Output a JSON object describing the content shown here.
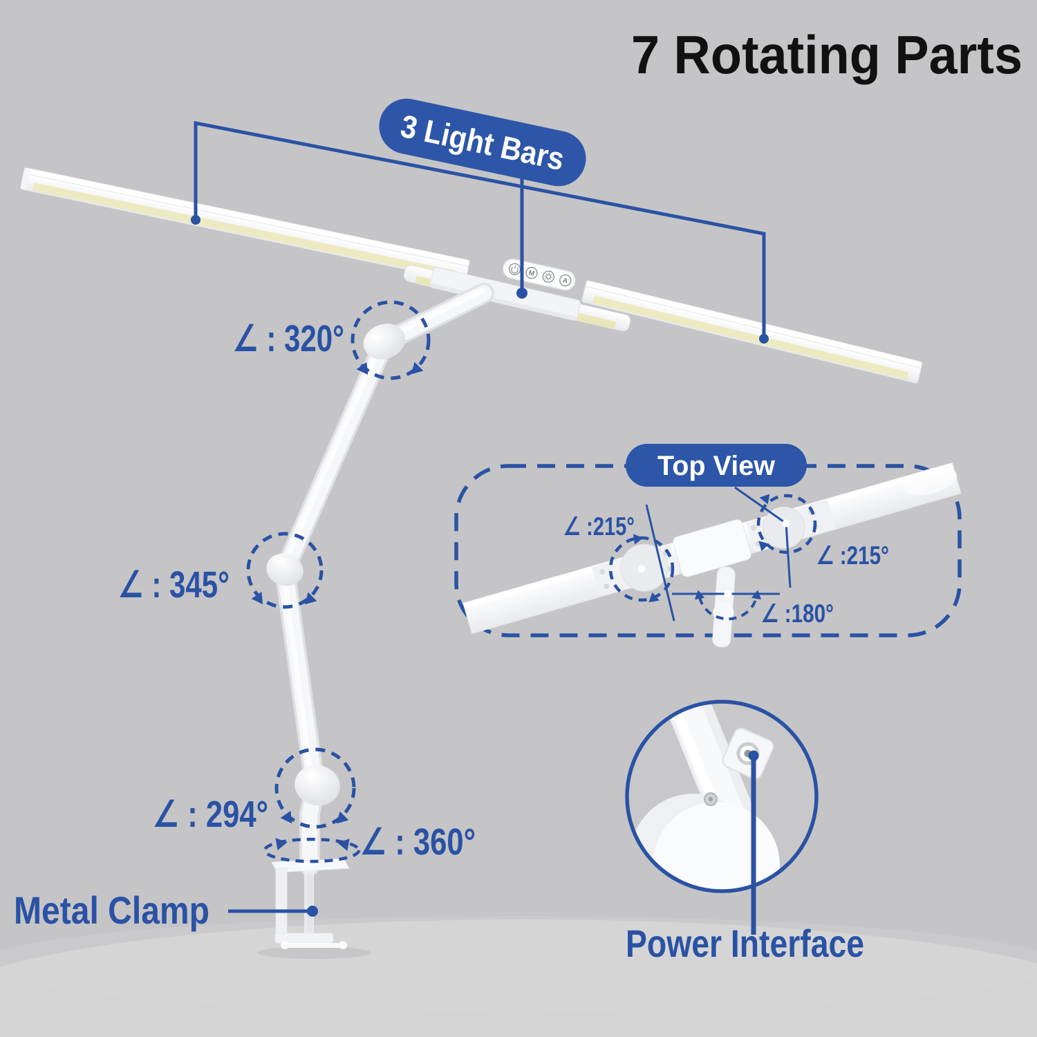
{
  "title": "7 Rotating Parts",
  "callouts": {
    "light_bars": "3 Light Bars",
    "top_view": "Top View",
    "metal_clamp": "Metal Clamp",
    "power_interface": "Power Interface"
  },
  "joint_angles": {
    "upper_joint": "∠ : 320°",
    "middle_joint": "∠ : 345°",
    "lower_joint": "∠ : 294°",
    "base_swivel": "∠ : 360°"
  },
  "top_view_angles": {
    "left_bar": "∠ :215°",
    "right_bar": "∠ :215°",
    "center_arm": "∠ :180°"
  },
  "control_panel": {
    "mode_label": "M",
    "auto_label": "A"
  },
  "colors": {
    "accent_blue": "#2a52a4",
    "pill_blue": "#2d56a8",
    "background": "#c5c5c7",
    "light_strip": "#edeac1",
    "lamp_white": "#f8f9fb",
    "title_color": "#111111"
  }
}
